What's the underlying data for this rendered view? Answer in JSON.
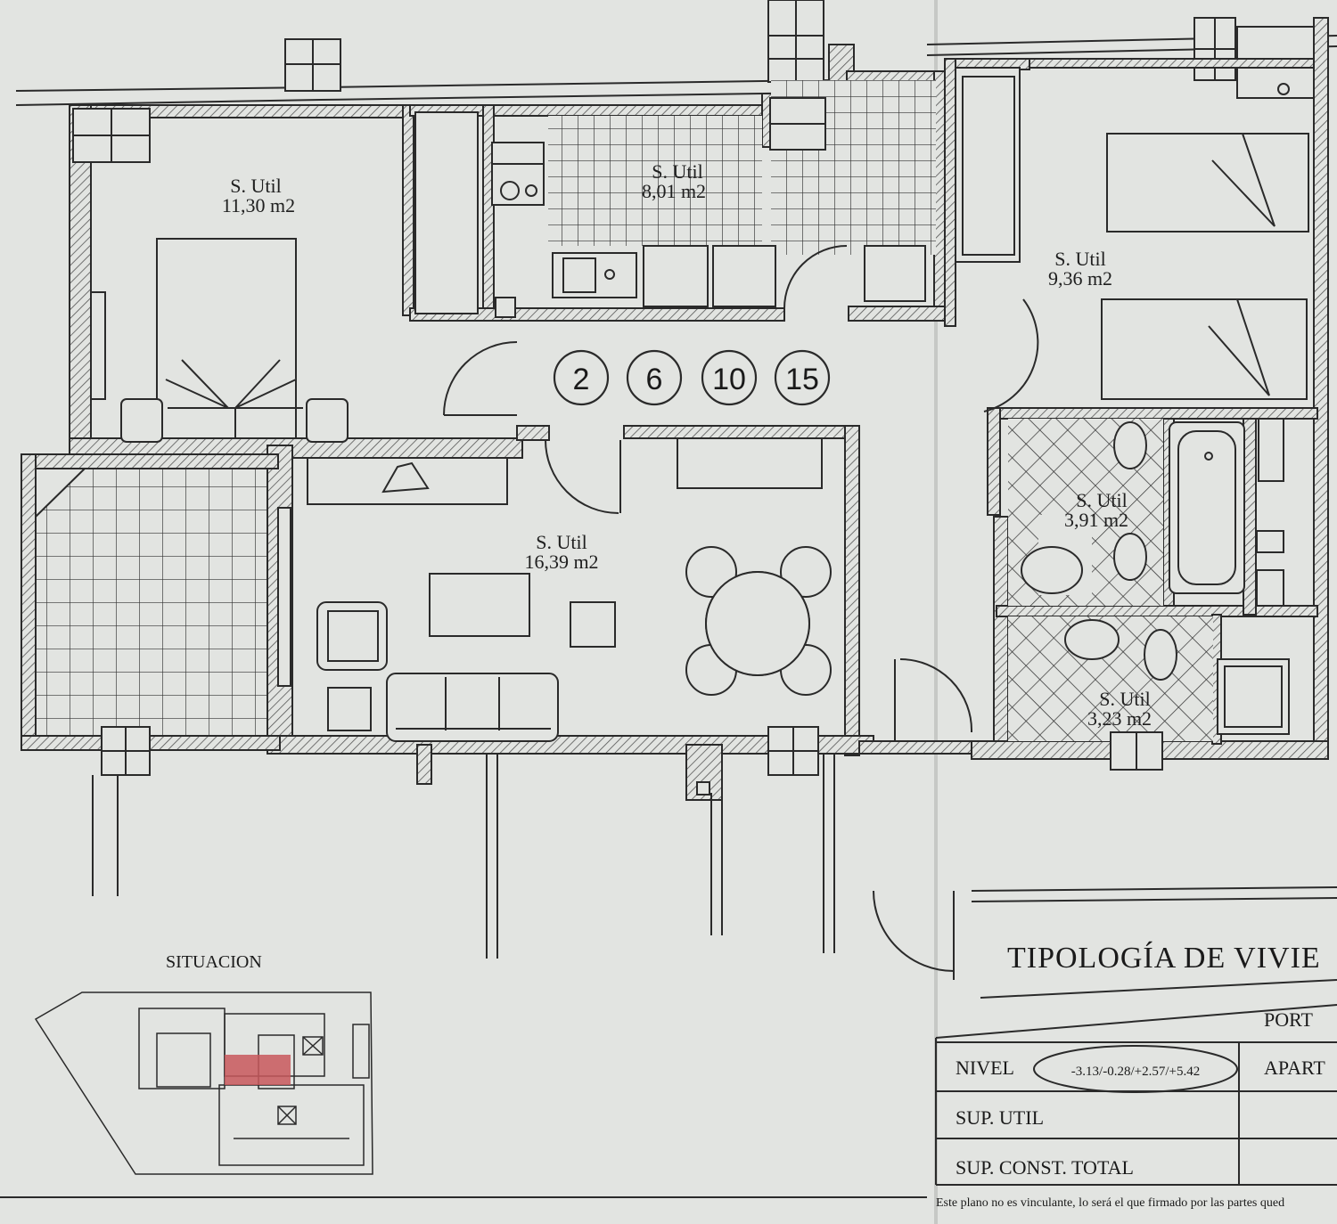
{
  "colors": {
    "paper": "#e2e4e1",
    "ink": "#2a2a2a",
    "hatch": "#555555",
    "highlight": "#c8585c"
  },
  "rooms": [
    {
      "label": "S. Util",
      "area": "11,30 m2"
    },
    {
      "label": "S. Util",
      "area": "8,01 m2"
    },
    {
      "label": "S. Util",
      "area": "9,36 m2"
    },
    {
      "label": "S. Util",
      "area": "16,39 m2"
    },
    {
      "label": "S. Util",
      "area": "3,91 m2"
    },
    {
      "label": "S. Util",
      "area": "3,23 m2"
    }
  ],
  "unit_numbers": [
    "2",
    "6",
    "10",
    "15"
  ],
  "situacion_label": "SITUACION",
  "title": "TIPOLOGÍA DE VIVIE",
  "info_table": {
    "port_label": "PORT",
    "apart_label": "APART",
    "nivel_label": "NIVEL",
    "nivel_value": "-3.13/-0.28/+2.57/+5.42",
    "sup_util_label": "SUP. UTIL",
    "sup_const_label": "SUP. CONST. TOTAL"
  },
  "disclaimer": "Este plano no es vinculante, lo será el que firmado por las partes qued"
}
